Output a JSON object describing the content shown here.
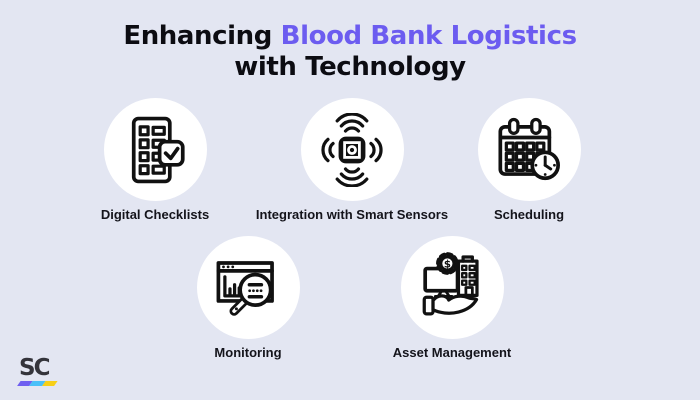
{
  "background_color": "#E3E6F2",
  "title": {
    "line1_black": "Enhancing ",
    "line1_accent": "Blood Bank Logistics",
    "line2": "with Technology",
    "accent_color": "#6C5CF0",
    "text_color": "#0C0C12"
  },
  "features": [
    {
      "label": "Digital Checklists",
      "icon": "checklist-icon"
    },
    {
      "label": "Integration with Smart Sensors",
      "icon": "smart-sensor-icon"
    },
    {
      "label": "Scheduling",
      "icon": "calendar-clock-icon"
    },
    {
      "label": "Monitoring",
      "icon": "monitor-magnifier-icon"
    },
    {
      "label": "Asset Management",
      "icon": "asset-management-icon"
    }
  ],
  "logo": {
    "text": "SC",
    "underline_colors": {
      "left": "#6F5FF0",
      "middle": "#49C0F8",
      "right": "#F7CF17"
    }
  }
}
